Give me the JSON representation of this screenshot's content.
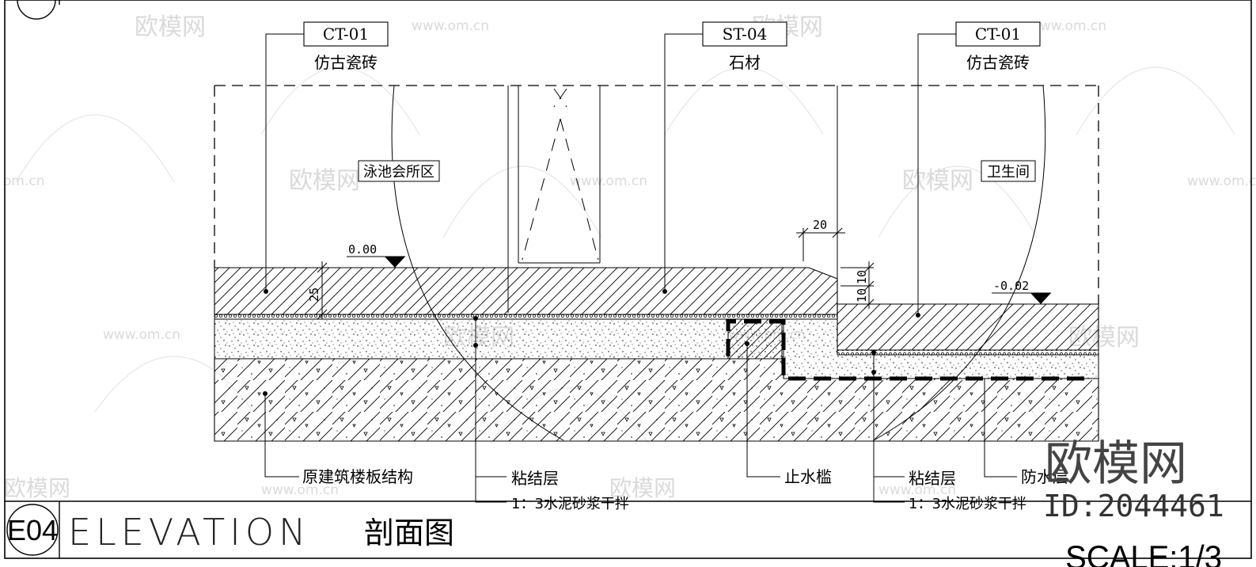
{
  "callouts_top": [
    {
      "code": "CT-01",
      "name": "仿古瓷砖"
    },
    {
      "code": "ST-04",
      "name": "石材"
    },
    {
      "code": "CT-01",
      "name": "仿古瓷砖"
    }
  ],
  "rooms": {
    "left": "泳池会所区",
    "right": "卫生间"
  },
  "levels": {
    "left": "0.00",
    "right": "-0.02"
  },
  "dimensions": {
    "thickness": "25",
    "step_width": "20",
    "step_height_a": "10",
    "step_height_b": "10"
  },
  "labels_bottom": {
    "structure": "原建筑楼板结构",
    "bond_left": "粘结层",
    "mortar_left": "1：3水泥砂浆干拌",
    "water_stop": "止水槛",
    "bond_right": "粘结层",
    "waterproof": "防水层",
    "mortar_right": "1：3水泥砂浆干拌"
  },
  "title_block": {
    "code": "E04",
    "type": "ELEVATION",
    "name": "剖面图",
    "scale": "SCALE:1/3"
  },
  "watermarks": {
    "brand": "欧模网",
    "site": "www.om.cn",
    "site_short": "om.cn",
    "id": "ID:2044461"
  },
  "colors": {
    "line": "#000000",
    "watermark": "#d6d6d6"
  }
}
